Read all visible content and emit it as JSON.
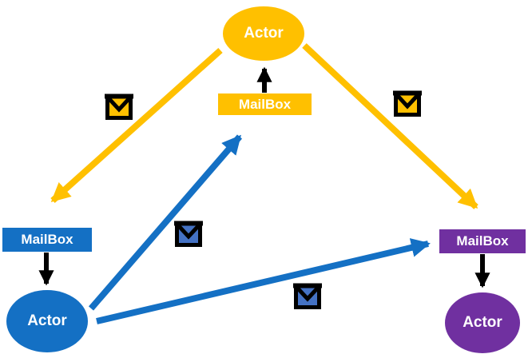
{
  "diagram": {
    "description": "Actor model message passing diagram: three actors with mailboxes exchanging envelope messages",
    "nodes": [
      {
        "id": "actor-top",
        "label": "Actor",
        "shape": "ellipse",
        "color": "#FFC000"
      },
      {
        "id": "mailbox-top",
        "label": "MailBox",
        "shape": "rectangle",
        "color": "#FFC000"
      },
      {
        "id": "mailbox-left",
        "label": "MailBox",
        "shape": "rectangle",
        "color": "#1470C4"
      },
      {
        "id": "actor-left",
        "label": "Actor",
        "shape": "ellipse",
        "color": "#1470C4"
      },
      {
        "id": "mailbox-right",
        "label": "MailBox",
        "shape": "rectangle",
        "color": "#7030A0"
      },
      {
        "id": "actor-right",
        "label": "Actor",
        "shape": "ellipse",
        "color": "#7030A0"
      }
    ],
    "edges": [
      {
        "from": "mailbox-top",
        "to": "actor-top",
        "color": "#000000",
        "kind": "mailbox-delivery"
      },
      {
        "from": "mailbox-left",
        "to": "actor-left",
        "color": "#000000",
        "kind": "mailbox-delivery"
      },
      {
        "from": "mailbox-right",
        "to": "actor-right",
        "color": "#000000",
        "kind": "mailbox-delivery"
      },
      {
        "from": "actor-top",
        "to": "mailbox-left",
        "color": "#FFC000",
        "kind": "message-send"
      },
      {
        "from": "actor-top",
        "to": "mailbox-right",
        "color": "#FFC000",
        "kind": "message-send"
      },
      {
        "from": "actor-left",
        "to": "mailbox-top",
        "color": "#1470C4",
        "kind": "message-send"
      },
      {
        "from": "actor-left",
        "to": "mailbox-right",
        "color": "#1470C4",
        "kind": "message-send"
      }
    ],
    "envelope_icons": [
      {
        "id": "envelope-gold-left",
        "color": "#FFC000"
      },
      {
        "id": "envelope-gold-right",
        "color": "#FFC000"
      },
      {
        "id": "envelope-blue-middle",
        "color": "#4472C4"
      },
      {
        "id": "envelope-blue-bottom",
        "color": "#4472C4"
      }
    ],
    "colors": {
      "gold": "#FFC000",
      "blue": "#1470C4",
      "envelope_blue": "#4472C4",
      "purple": "#7030A0",
      "black": "#000000",
      "background": "#FFFFFF",
      "label_text": "#FFFFFF"
    }
  }
}
